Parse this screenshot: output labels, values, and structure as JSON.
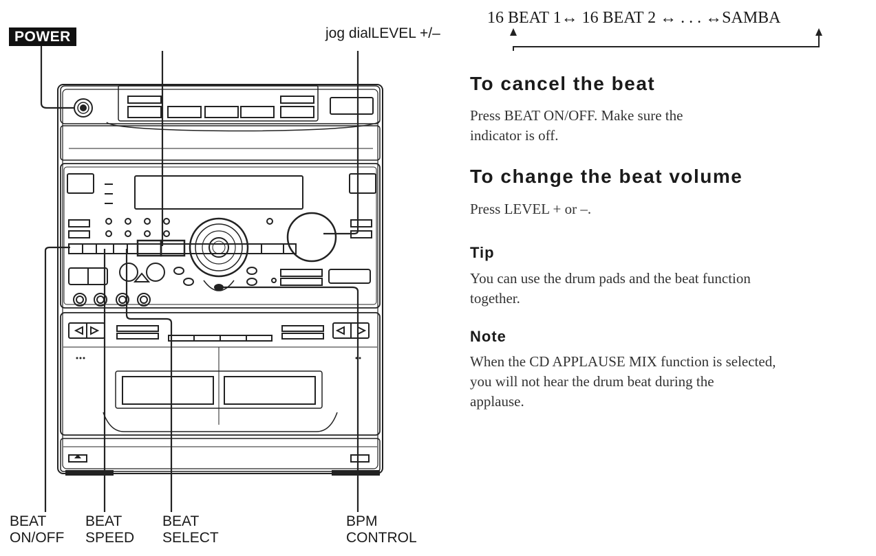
{
  "diagram": {
    "power_label": "POWER",
    "top_label": "jog dialLEVEL +/–",
    "bottom_labels": {
      "beat_on_off": {
        "line1": "BEAT",
        "line2": "ON/OFF"
      },
      "beat_speed": {
        "line1": "BEAT",
        "line2": "SPEED"
      },
      "beat_select": {
        "line1": "BEAT",
        "line2": "SELECT"
      },
      "bpm_control": {
        "line1": "BPM",
        "line2": "CONTROL"
      }
    }
  },
  "sequence": {
    "item1": "16 BEAT 1",
    "item2": "16 BEAT 2",
    "ellipsis": ". . .",
    "item_last": "SAMBA",
    "arrow": "↔"
  },
  "sections": {
    "cancel": {
      "heading": "To cancel the beat",
      "line1": "Press BEAT ON/OFF.  Make sure the",
      "line2": "indicator is off."
    },
    "volume": {
      "heading": "To change the beat volume",
      "text": "Press LEVEL + or –."
    },
    "tip": {
      "heading": "Tip",
      "line1": "You can use the drum pads and the beat function",
      "line2": "together."
    },
    "note": {
      "heading": "Note",
      "line1": "When the CD APPLAUSE MIX function is selected,",
      "line2": "you will not hear the drum beat during the",
      "line3": "applause."
    }
  }
}
